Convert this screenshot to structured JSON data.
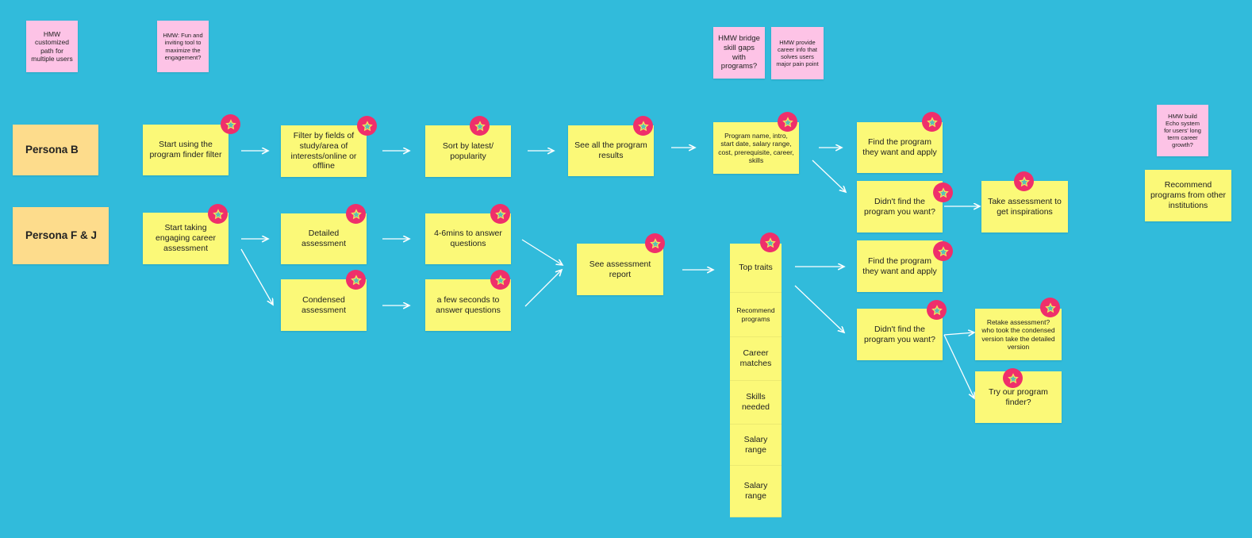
{
  "colors": {
    "background": "#31bbdb",
    "sticky_yellow": "#fbf978",
    "sticky_pink": "#fdc3e6",
    "sticky_orange": "#fddc8c",
    "star_badge": "#ef2f6b",
    "star_fill": "#f6e35c",
    "star_accent": "#3fb6c9",
    "arrow": "#ffffff"
  },
  "icons": {
    "vote": "star-icon"
  },
  "hmw": {
    "customized_path": "HMW customized path for multiple users",
    "fun_tool": "HMW: Fun and inviting tool to maximize the engagement?",
    "bridge_gaps": "HMW bridge skill gaps with programs?",
    "career_info": "HMW provide career info that solves users major pain point",
    "echo_system": "HMW build Echo system for users' long term career growth?"
  },
  "personas": {
    "b": "Persona B",
    "fj": "Persona F & J"
  },
  "flow_b": {
    "start_filter": "Start using the program finder filter",
    "filter_fields": "Filter by fields of study/area of interests/online or offline",
    "sort": "Sort by latest/ popularity",
    "see_results": "See all the program results",
    "program_info": "Program name, intro, start date, salary range, cost, prerequisite, career, skills",
    "find_apply": "Find the program they want and apply",
    "didnt_find": "Didn't find the program you want?",
    "take_assessment": "Take assessment to get inspirations"
  },
  "flow_fj": {
    "start_assessment": "Start taking engaging career assessment",
    "detailed": "Detailed assessment",
    "condensed": "Condensed assessment",
    "mins": "4-6mins to answer questions",
    "seconds": "a few seconds to answer questions",
    "report": "See assessment report",
    "find_apply": "Find the program they want and apply",
    "didnt_find": "Didn't find the program you want?",
    "retake": "Retake assessment? who took the condensed version take the detailed version",
    "try_finder": "Try our program finder?"
  },
  "report_items": [
    "Top traits",
    "Recommend programs",
    "Career matches",
    "Skills needed",
    "Salary range",
    "Salary range"
  ],
  "recommend_other": "Recommend programs from other institutions"
}
